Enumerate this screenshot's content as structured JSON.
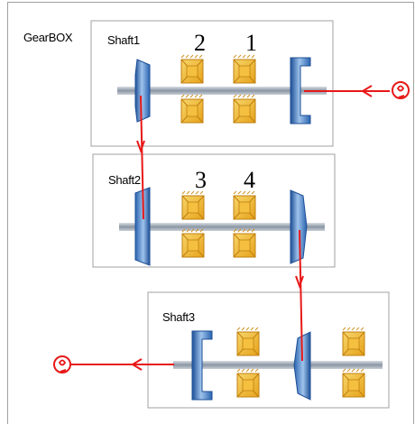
{
  "gearbox": {
    "title": "GearBOX"
  },
  "shafts": [
    {
      "id": "shaft1",
      "label": "Shaft1",
      "bearing_numbers": [
        "2",
        "1"
      ]
    },
    {
      "id": "shaft2",
      "label": "Shaft2",
      "bearing_numbers": [
        "3",
        "4"
      ]
    },
    {
      "id": "shaft3",
      "label": "Shaft3",
      "bearing_numbers": []
    }
  ],
  "colors": {
    "shaft": "#9aa6b4",
    "gear": "#2a64b0",
    "bearing": "#f0b020",
    "flow": "#e81818",
    "border": "#a0a0a0"
  }
}
